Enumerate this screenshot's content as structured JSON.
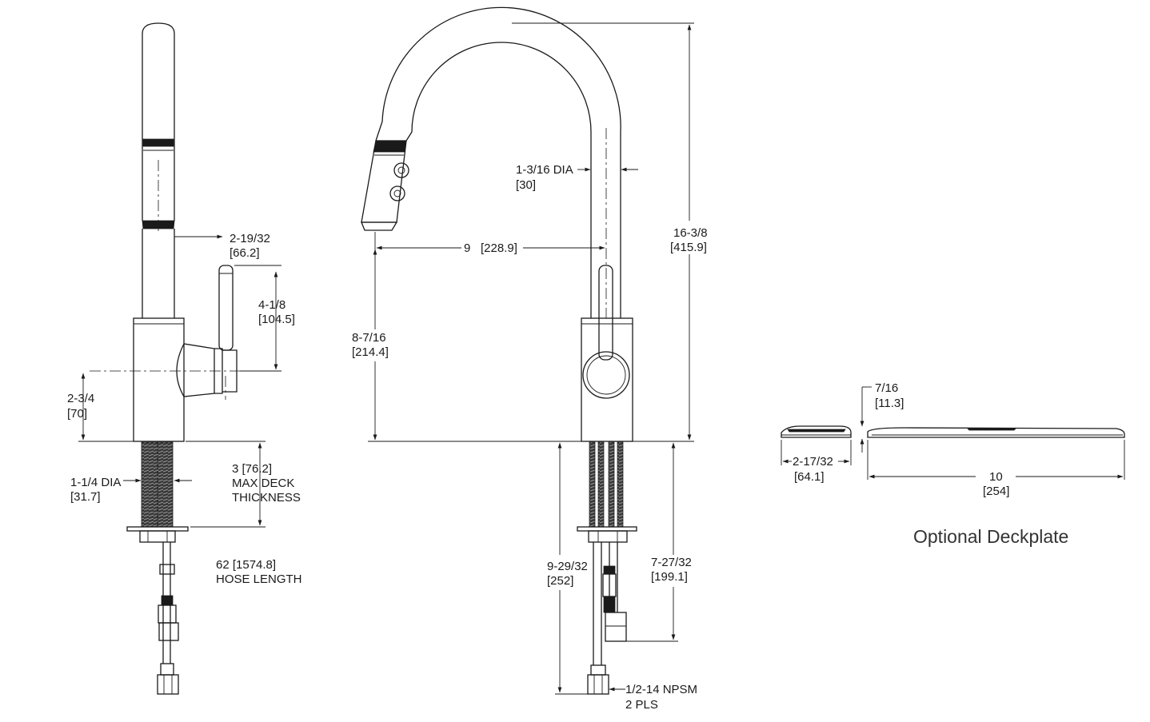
{
  "labels": {
    "side_spout_offset": "2-19/32",
    "side_spout_offset_mm": "[66.2]",
    "side_handle_height": "4-1/8",
    "side_handle_height_mm": "[104.5]",
    "side_base_height": "2-3/4",
    "side_base_height_mm": "[70]",
    "shank_dia": "1-1/4 DIA",
    "shank_dia_mm": "[31.7]",
    "deck_thickness_1": "3 [76.2]",
    "deck_thickness_2": "MAX DECK",
    "deck_thickness_3": "THICKNESS",
    "hose_length_1": "62 [1574.8]",
    "hose_length_2": "HOSE LENGTH",
    "spout_dia": "1-3/16 DIA",
    "spout_dia_mm": "[30]",
    "reach": "9",
    "reach_mm": "[228.9]",
    "total_height": "16-3/8",
    "total_height_mm": "[415.9]",
    "spray_height": "8-7/16",
    "spray_height_mm": "[214.4]",
    "supply_length": "9-29/32",
    "supply_length_mm": "[252]",
    "shank_length": "7-27/32",
    "shank_length_mm": "[199.1]",
    "connection_1": "1/2-14 NPSM",
    "connection_2": "2 PLS",
    "deck_height": "7/16",
    "deck_height_mm": "[11.3]",
    "deck_depth": "2-17/32",
    "deck_depth_mm": "[64.1]",
    "deck_width": "10",
    "deck_width_mm": "[254]",
    "deck_title": "Optional Deckplate"
  }
}
